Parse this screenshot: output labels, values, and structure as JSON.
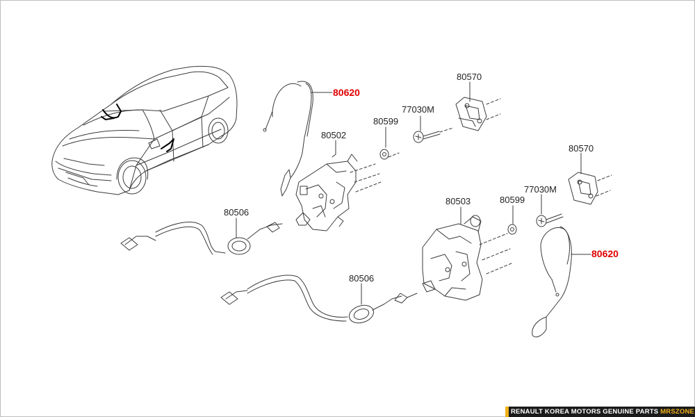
{
  "labels": {
    "cable_upper": "80620",
    "lock_front": "80502",
    "screw_front": "80599",
    "bolt_front": "77030M",
    "striker_front": "80570",
    "cable_front": "80506",
    "lock_rear": "80503",
    "screw_rear": "80599",
    "bolt_rear": "77030M",
    "striker_rear": "80570",
    "cable_rear": "80506",
    "cable_lower": "80620"
  },
  "colors": {
    "highlight": "#e00000",
    "line": "#3a3a3a",
    "footer_bg": "#1b1b1b",
    "footer_accent": "#f2b21b"
  },
  "footer": {
    "text": "RENAULT KOREA MOTORS GENUINE PARTS",
    "brand": "MRSZONE"
  }
}
